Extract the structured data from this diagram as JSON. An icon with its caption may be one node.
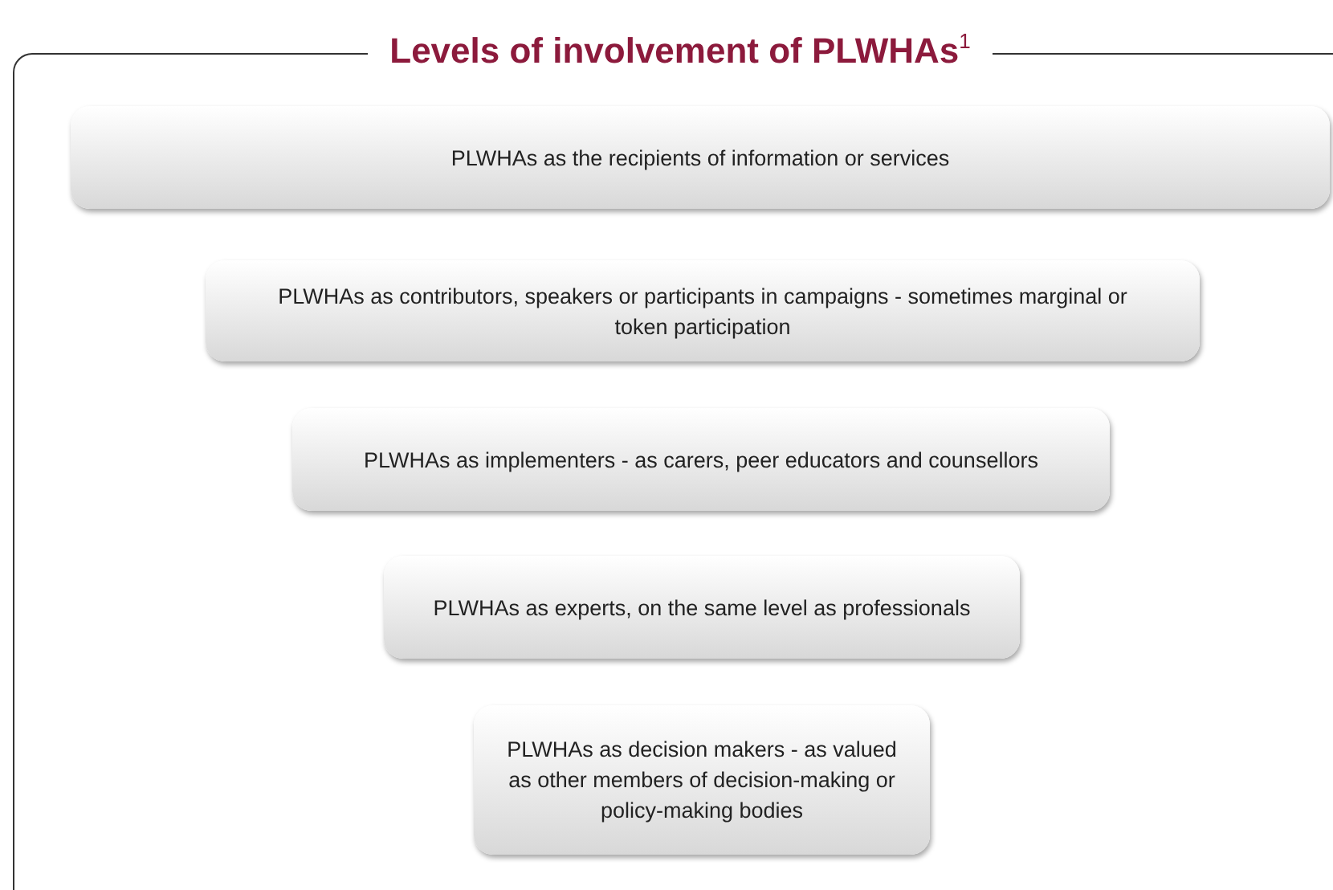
{
  "diagram": {
    "nodes": [
      {
        "text": [
          "Levels of involvement of PLWHAs$^{1}$"
        ]
      },
      {
        "text": [
          "PLWHAs as the recipients of information or services"
        ],
        "in": 0
      },
      {
        "text": [
          "PLWHAs as contributors, speakers or participants in campaigns - sometimes marginal or token participation"
        ],
        "in": 0
      },
      {
        "text": [
          "PLWHAs as implementers - as carers, peer educators and counsellors"
        ],
        "in": 0
      },
      {
        "text": [
          "PLWHAs as experts, on the same level as professionals"
        ],
        "in": 0
      },
      {
        "text": [
          "PLWHAs as decision makers - as valued as other members of decision-making or policy-making bodies"
        ],
        "in": 0
      }
    ]
  }
}
